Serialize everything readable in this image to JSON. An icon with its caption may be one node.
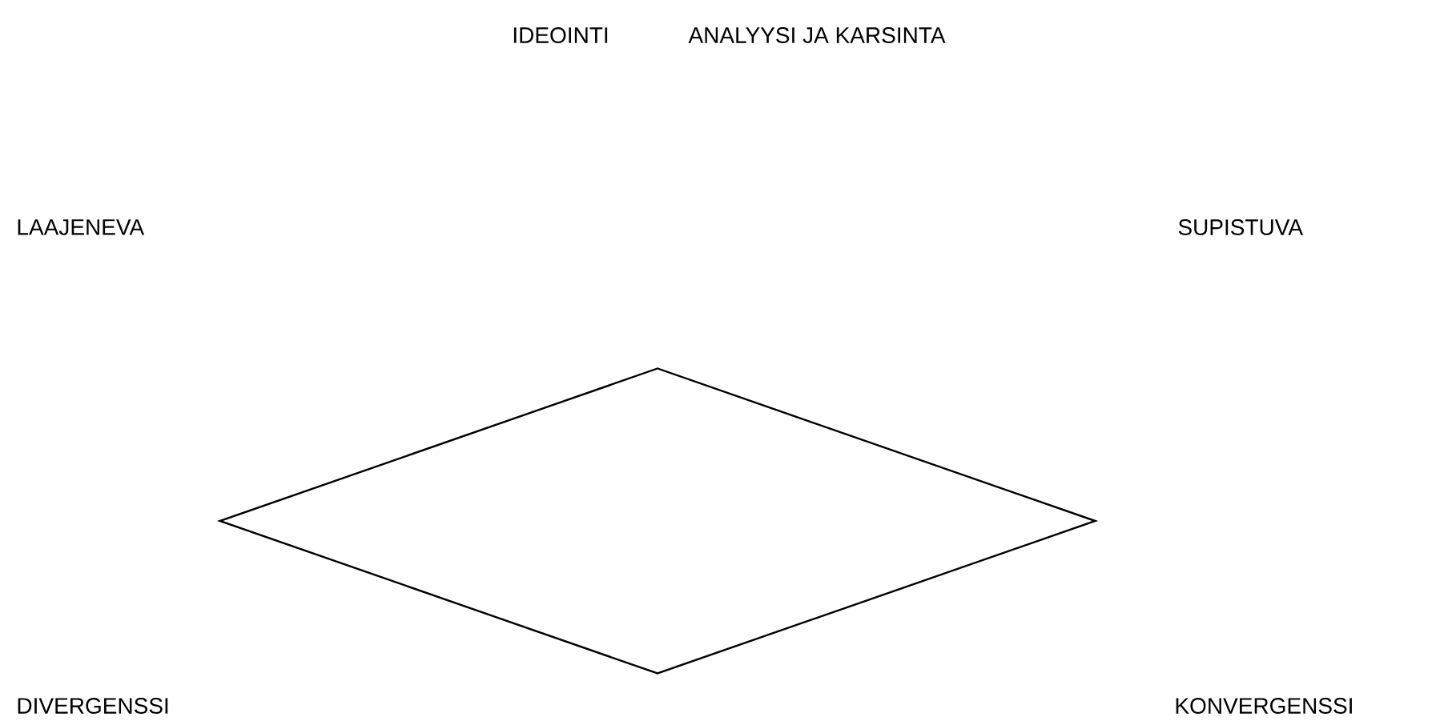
{
  "diagram": {
    "nodes": [
      {
        "text": [],
        "shape": "diamond"
      }
    ],
    "labels": [
      "IDEOINTI",
      "ANALYYSI JA KARSINTA",
      "LAAJENEVA",
      "SUPISTUVA",
      "DIVERGENSSI",
      "KONVERGENSSI"
    ]
  }
}
